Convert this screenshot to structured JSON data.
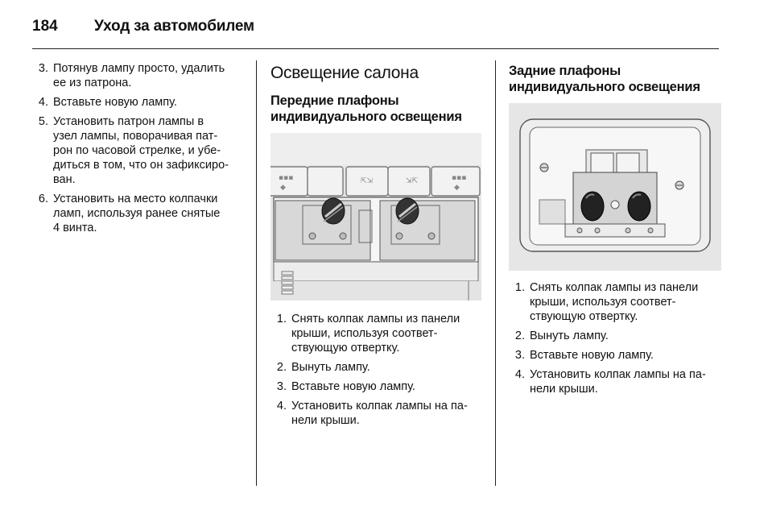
{
  "header": {
    "page_number": "184",
    "section_title": "Уход за автомобилем"
  },
  "column1": {
    "steps": [
      {
        "num": "3.",
        "text": "Потянув лампу просто, удалить\nее из патрона."
      },
      {
        "num": "4.",
        "text": "Вставьте новую лампу."
      },
      {
        "num": "5.",
        "text": "Установить патрон лампы в\nузел лампы, поворачивая пат-\nрон по часовой стрелке, и убе-\nдиться в том, что он зафиксиро-\nван."
      },
      {
        "num": "6.",
        "text": "Установить на место колпачки\nламп, используя ранее снятые\n4 винта."
      }
    ]
  },
  "column2": {
    "heading": "Освещение салона",
    "subheading": "Передние плафоны\nиндивидуального освещения",
    "figure_icon": "front-reading-lamps-illustration",
    "steps": [
      {
        "num": "1.",
        "text": "Снять колпак лампы из панели\nкрыши, используя соответ-\nствующую отвертку."
      },
      {
        "num": "2.",
        "text": "Вынуть лампу."
      },
      {
        "num": "3.",
        "text": "Вставьте новую лампу."
      },
      {
        "num": "4.",
        "text": "Установить колпак лампы на па-\nнели крыши."
      }
    ]
  },
  "column3": {
    "subheading": "Задние плафоны\nиндивидуального освещения",
    "figure_icon": "rear-reading-lamps-illustration",
    "steps": [
      {
        "num": "1.",
        "text": "Снять колпак лампы из панели\nкрыши, используя соответ-\nствующую отвертку."
      },
      {
        "num": "2.",
        "text": "Вынуть лампу."
      },
      {
        "num": "3.",
        "text": "Вставьте новую лампу."
      },
      {
        "num": "4.",
        "text": "Установить колпак лампы на па-\nнели крыши."
      }
    ]
  }
}
